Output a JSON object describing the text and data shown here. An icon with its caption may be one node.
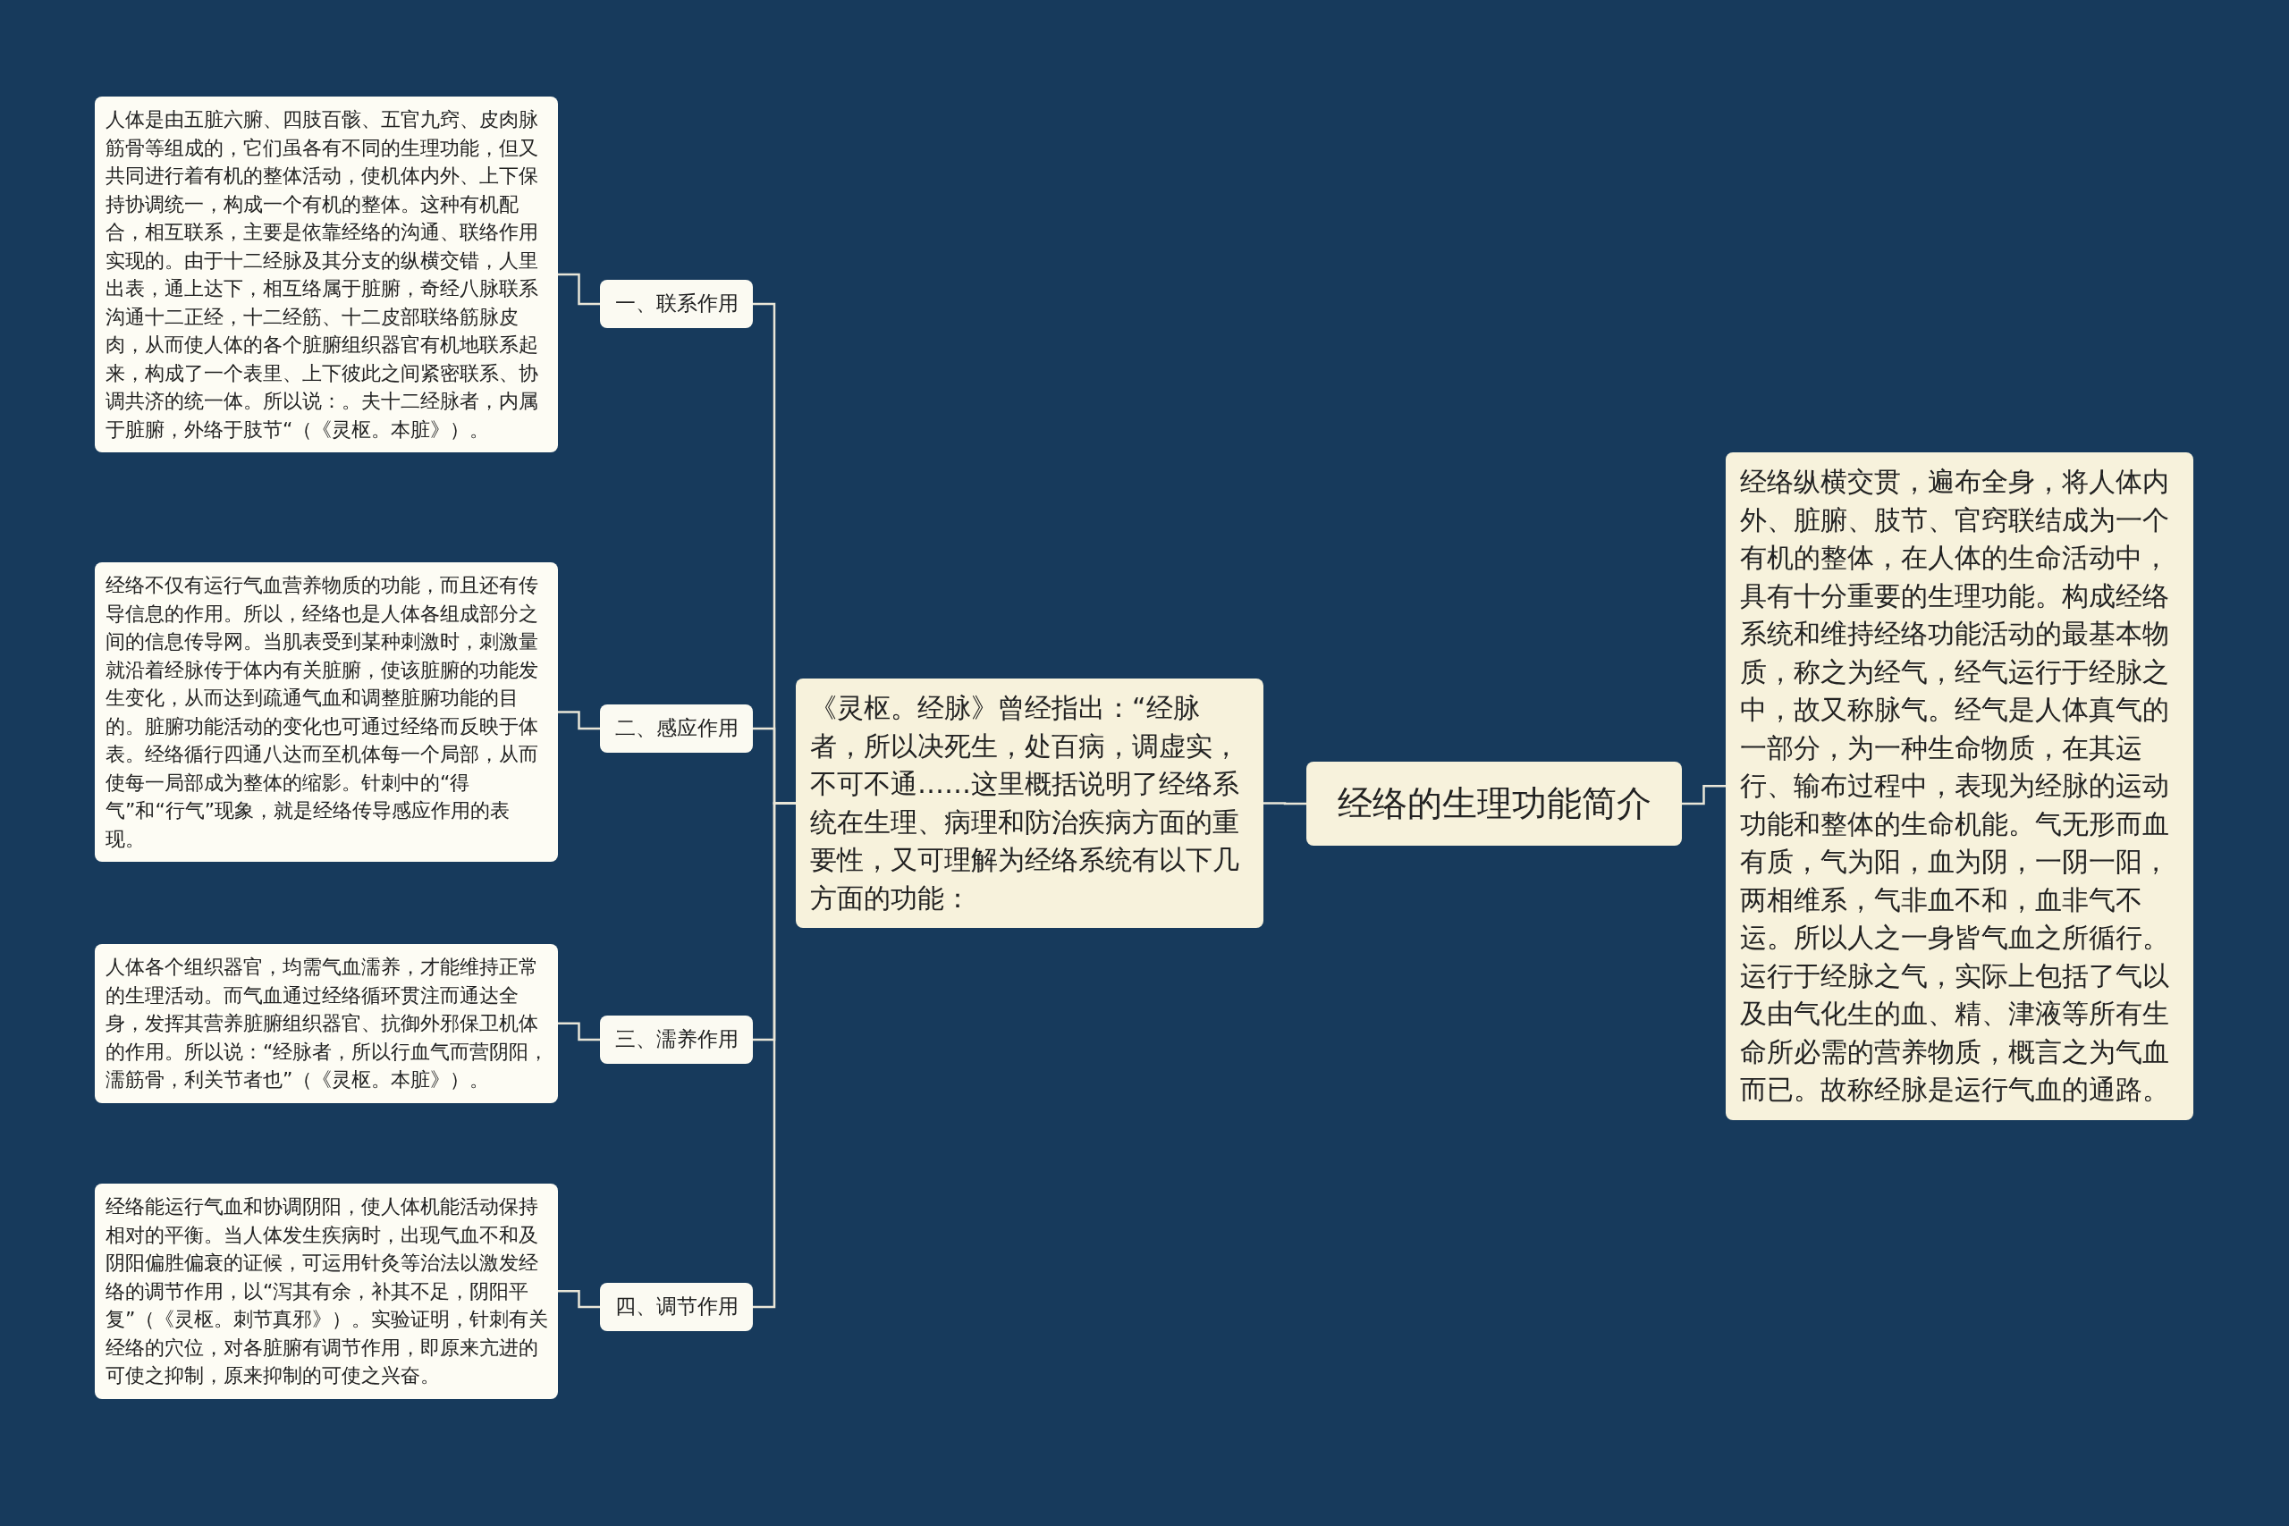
{
  "diagram": {
    "nodes": [
      {
        "text": [
          "经络的生理功能简介"
        ]
      },
      {
        "text": [
          "经络纵横交贯，遍布全身，将人体内外、脏腑、肢节、官窍联结成为一个有机的整体，在人体的生命活动中，具有十分重要的生理功能。构成经络系统和维持经络功能活动的最基本物质，称之为经气，经气运行于经脉之中，故又称脉气。经气是人体真气的一部分，为一种生命物质，在其运行、输布过程中，表现为经脉的运动功能和整体的生命机能。气无形而血有质，气为阳，血为阴，一阴一阳，两相维系，气非血不和，血非气不运。所以人之一身皆气血之所循行。运行于经脉之气，实际上包括了气以及由气化生的血、精、津液等所有生命所必需的营养物质，概言之为气血而已。故称经脉是运行气血的通路。"
        ]
      },
      {
        "text": [
          "《灵枢。经脉》曾经指出：“经脉者，所以决死生，处百病，调虚实，不可不通……这里概括说明了经络系统在生理、病理和防治疾病方面的重要性，又可理解为经络系统有以下几方面的功能："
        ]
      },
      {
        "text": [
          "一、联系作用"
        ]
      },
      {
        "text": [
          "人体是由五脏六腑、四肢百骸、五官九窍、皮肉脉筋骨等组成的，它们虽各有不同的生理功能，但又共同进行着有机的整体活动，使机体内外、上下保持协调统一，构成一个有机的整体。这种有机配合，相互联系，主要是依靠经络的沟通、联络作用实现的。由于十二经脉及其分支的纵横交错，人里出表，通上达下，相互络属于脏腑，奇经八脉联系沟通十二正经，十二经筋、十二皮部联络筋脉皮肉，从而使人体的各个脏腑组织器官有机地联系起来，构成了一个表里、上下彼此之间紧密联系、协调共济的统一体。所以说：。夫十二经脉者，内属于脏腑，外络于肢节“（《灵枢。本脏》）。"
        ]
      },
      {
        "text": [
          "二、感应作用"
        ]
      },
      {
        "text": [
          "经络不仅有运行气血营养物质的功能，而且还有传导信息的作用。所以，经络也是人体各组成部分之间的信息传导网。当肌表受到某种刺激时，刺激量就沿着经脉传于体内有关脏腑，使该脏腑的功能发生变化，从而达到疏通气血和调整脏腑功能的目的。脏腑功能活动的变化也可通过经络而反映于体表。经络循行四通八达而至机体每一个局部，从而使每一局部成为整体的缩影。针刺中的“得气”和“行气”现象，就是经络传导感应作用的表现。"
        ]
      },
      {
        "text": [
          "三、濡养作用"
        ]
      },
      {
        "text": [
          "人体各个组织器官，均需气血濡养，才能维持正常的生理活动。而气血通过经络循环贯注而通达全身，发挥其营养脏腑组织器官、抗御外邪保卫机体的作用。所以说：“经脉者，所以行血气而营阴阳，濡筋骨，利关节者也”（《灵枢。本脏》）。"
        ]
      },
      {
        "text": [
          "四、调节作用"
        ]
      },
      {
        "text": [
          "经络能运行气血和协调阴阳，使人体机能活动保持相对的平衡。当人体发生疾病时，出现气血不和及阴阳偏胜偏衰的证候，可运用针灸等治法以激发经络的调节作用，以“泻其有余，补其不足，阴阳平复”（《灵枢。刺节真邪》）。实验证明，针刺有关经络的穴位，对各脏腑有调节作用，即原来亢进的可使之抑制，原来抑制的可使之兴奋。"
        ]
      }
    ],
    "edges": [
      {
        "from": 0,
        "to": 1,
        "arrow": "none"
      },
      {
        "from": 0,
        "to": 2,
        "arrow": "none"
      },
      {
        "from": 2,
        "to": 3,
        "arrow": "none"
      },
      {
        "from": 2,
        "to": 5,
        "arrow": "none"
      },
      {
        "from": 2,
        "to": 7,
        "arrow": "none"
      },
      {
        "from": 2,
        "to": 9,
        "arrow": "none"
      },
      {
        "from": 3,
        "to": 4,
        "arrow": "none"
      },
      {
        "from": 5,
        "to": 6,
        "arrow": "none"
      },
      {
        "from": 7,
        "to": 8,
        "arrow": "none"
      },
      {
        "from": 9,
        "to": 10,
        "arrow": "none"
      }
    ]
  }
}
